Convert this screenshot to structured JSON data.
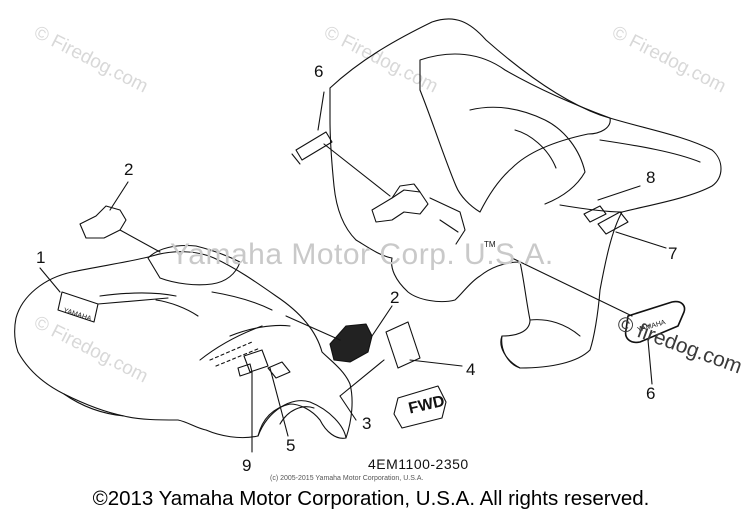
{
  "diagram": {
    "callouts": [
      {
        "id": "c1",
        "label": "1"
      },
      {
        "id": "c2a",
        "label": "2"
      },
      {
        "id": "c2b",
        "label": "2"
      },
      {
        "id": "c3",
        "label": "3"
      },
      {
        "id": "c4",
        "label": "4"
      },
      {
        "id": "c5",
        "label": "5"
      },
      {
        "id": "c6a",
        "label": "6"
      },
      {
        "id": "c6b",
        "label": "6"
      },
      {
        "id": "c7",
        "label": "7"
      },
      {
        "id": "c8",
        "label": "8"
      },
      {
        "id": "c9",
        "label": "9"
      }
    ],
    "decal_fwd": "FWD",
    "tm_mark": "TM",
    "part_number": "4EM1100-2350",
    "small_copyright": "(c) 2005-2015 Yamaha Motor Corporation, U.S.A.",
    "center_watermark": "Yamaha Motor Corp. U.S.A.",
    "site_watermark": "© Firedog.com",
    "site_watermark_dark": "© firedog.com"
  },
  "footer": {
    "copyright": "©2013 Yamaha Motor Corporation, U.S.A. All rights reserved."
  },
  "colors": {
    "line": "#111111",
    "watermark": "#d8d8d8"
  }
}
